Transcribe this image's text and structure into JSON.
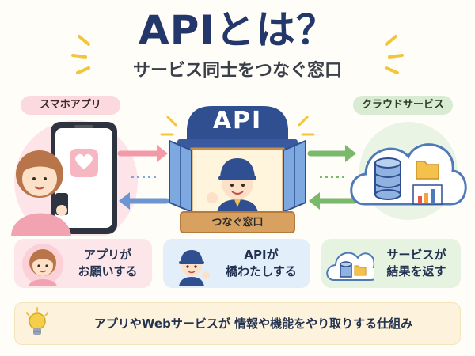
{
  "header": {
    "title": "APIとは？",
    "subtitle": "サービス同士をつなぐ窓口"
  },
  "labels": {
    "left_pill": "スマホアプリ",
    "right_pill": "クラウドサービス",
    "api_sign": "API",
    "window_caption": "つなぐ窓口"
  },
  "cards": [
    {
      "line1": "アプリが",
      "line2": "お願いする"
    },
    {
      "line1": "APIが",
      "line2": "橋わたしする"
    },
    {
      "line1": "サービスが",
      "line2": "結果を返す"
    }
  ],
  "footer": {
    "text": "アプリやWebサービスが 情報や機能をやり取りする仕組み"
  },
  "colors": {
    "title": "#23376b",
    "pink": "#fbd9df",
    "blue": "#3e6bb5",
    "green": "#6aaf5e",
    "yellow": "#f6c944"
  },
  "icons": [
    "heart-icon",
    "cloud-icon",
    "database-icon",
    "folder-icon",
    "chart-icon",
    "lightbulb-icon",
    "sparkle-icon",
    "arrow-icon"
  ]
}
